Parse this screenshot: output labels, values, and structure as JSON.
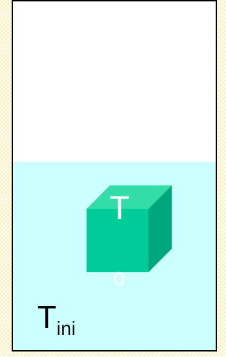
{
  "liquid": {
    "fill_fraction": 0.54,
    "color": "#ccffff"
  },
  "cube": {
    "label": "T",
    "subscript": "0",
    "front_color": "#00cc99",
    "top_color": "#33dda8",
    "side_color": "#00a67c"
  },
  "temperature_label": {
    "main": "T",
    "subscript": "ini"
  }
}
